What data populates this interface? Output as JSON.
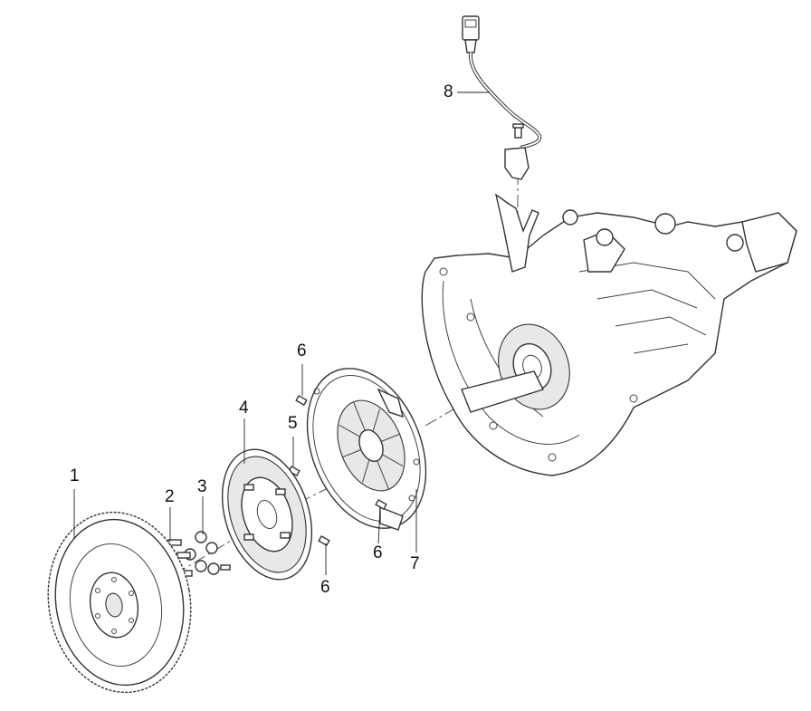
{
  "callouts": [
    {
      "id": "1",
      "label": "1"
    },
    {
      "id": "2",
      "label": "2"
    },
    {
      "id": "3",
      "label": "3"
    },
    {
      "id": "4",
      "label": "4"
    },
    {
      "id": "5",
      "label": "5"
    },
    {
      "id": "6a",
      "label": "6"
    },
    {
      "id": "6b",
      "label": "6"
    },
    {
      "id": "6c",
      "label": "6"
    },
    {
      "id": "7",
      "label": "7"
    },
    {
      "id": "8",
      "label": "8"
    }
  ],
  "parts": {
    "flywheel": "flywheel",
    "bolts": "flywheel-bolts",
    "bushings": "bushings",
    "clutch_disc": "clutch-disc",
    "dowel_pin": "dowel-pin",
    "pressure_plate": "pressure-plate",
    "sensor": "sensor-with-cable",
    "gearbox": "gearbox-housing"
  }
}
